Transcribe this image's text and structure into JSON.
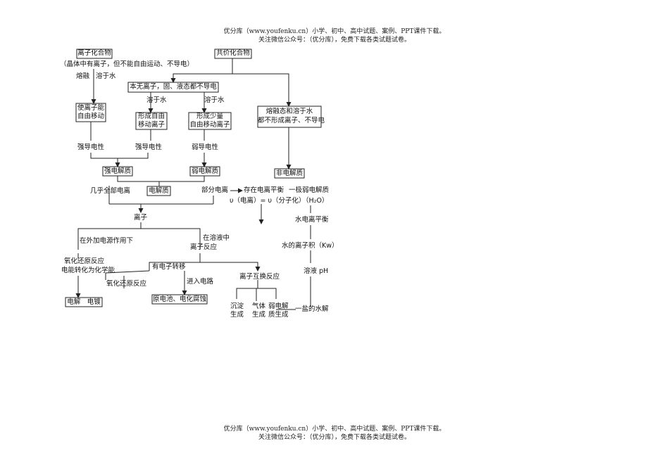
{
  "header": {
    "line1": "优分库（www.youfenku.cn）小学、初中、高中试题、案例、PPT课件下载。",
    "line2": "关注微信公众号：（优分库），免费下载各类试题试卷。"
  },
  "footer": {
    "line1": "优分库（www.youfenku.cn）小学、初中、高中试题、案例、PPT课件下载。",
    "line2": "关注微信公众号：（优分库），免费下载各类试题试卷。"
  },
  "diagram": {
    "ionic_compound": "离子化合物",
    "ionic_note": "（晶体中有离子，但不能自由运动、不导电）",
    "melt": "熔融",
    "dissolve": "溶于水",
    "covalent_compound": "共价化合物",
    "covalent_no_ions": "本无离子，固、液态都不导电",
    "dissolve_a": "溶于水",
    "dissolve_b": "溶于水",
    "ions_free_1": "使离子能",
    "ions_free_2": "自由移动",
    "form_free_1": "形成自由",
    "form_free_2": "移动离子",
    "form_few_1": "形成少量",
    "form_few_2": "自由移动离子",
    "no_ions_1": "熔融态和溶于水",
    "no_ions_2": "都不形成离子、不导电",
    "strong_cond_1": "强导电性",
    "strong_cond_2": "强导电性",
    "weak_cond": "弱导电性",
    "strong_electrolyte": "强电解质",
    "weak_electrolyte": "弱电解质",
    "non_electrolyte": "非电解质",
    "electrolyte": "电解质",
    "almost_full": "几乎全部电离",
    "partial": "部分电离",
    "equilibrium": "存在电离平衡",
    "rate_eq": "υ（电离）= υ（分子化）",
    "very_weak": "一极弱电解质",
    "water": "（H₂O）",
    "water_eq": "水电离平衡",
    "kw": "水的离子积（Kw）",
    "ph": "溶液 pH",
    "ions": "离子",
    "ext_power": "在外加电源作用下",
    "in_solution_1": "在溶液中",
    "in_solution_2": "离子反应",
    "redox_left_1": "氧化还原反应",
    "redox_left_2": "电能转化为化学能",
    "electron_transfer": "有电子转移",
    "redox_mid": "氧化还原反应",
    "into_circuit": "进入电路",
    "ion_exchange": "离子互换反应",
    "electrolysis": "电解　电镀",
    "battery": "原电池、电化腐蚀",
    "precip_1": "沉淀",
    "precip_2": "生成",
    "gas_1": "气体",
    "gas_2": "生成",
    "weak_form_1": "弱电解",
    "weak_form_2": "质生成",
    "hydrolysis": "一盐的水解"
  }
}
